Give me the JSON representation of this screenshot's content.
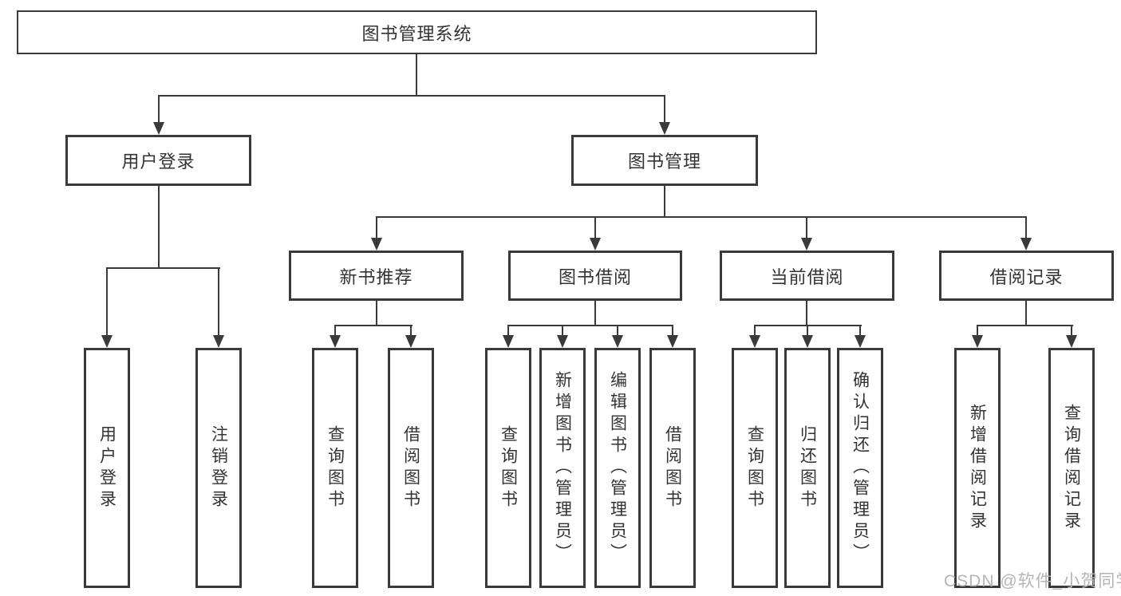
{
  "diagram": {
    "root": {
      "label": "图书管理系统"
    },
    "branches": [
      {
        "label": "用户登录",
        "children": [
          {
            "label": "用户登录"
          },
          {
            "label": "注销登录"
          }
        ]
      },
      {
        "label": "图书管理",
        "children": [
          {
            "label": "新书推荐",
            "children": [
              {
                "label": "查询图书"
              },
              {
                "label": "借阅图书"
              }
            ]
          },
          {
            "label": "图书借阅",
            "children": [
              {
                "label": "查询图书"
              },
              {
                "label": "新增图书（管理员）"
              },
              {
                "label": "编辑图书（管理员）"
              },
              {
                "label": "借阅图书"
              }
            ]
          },
          {
            "label": "当前借阅",
            "children": [
              {
                "label": "查询图书"
              },
              {
                "label": "归还图书"
              },
              {
                "label": "确认归还（管理员）"
              }
            ]
          },
          {
            "label": "借阅记录",
            "children": [
              {
                "label": "新增借阅记录"
              },
              {
                "label": "查询借阅记录"
              }
            ]
          }
        ]
      }
    ]
  },
  "watermark": {
    "text": "CSDN @软件_小贺同学"
  },
  "colors": {
    "line": "#3a3a3a",
    "text": "#333333",
    "background": "#ffffff",
    "watermark": "#b5b5b5"
  }
}
